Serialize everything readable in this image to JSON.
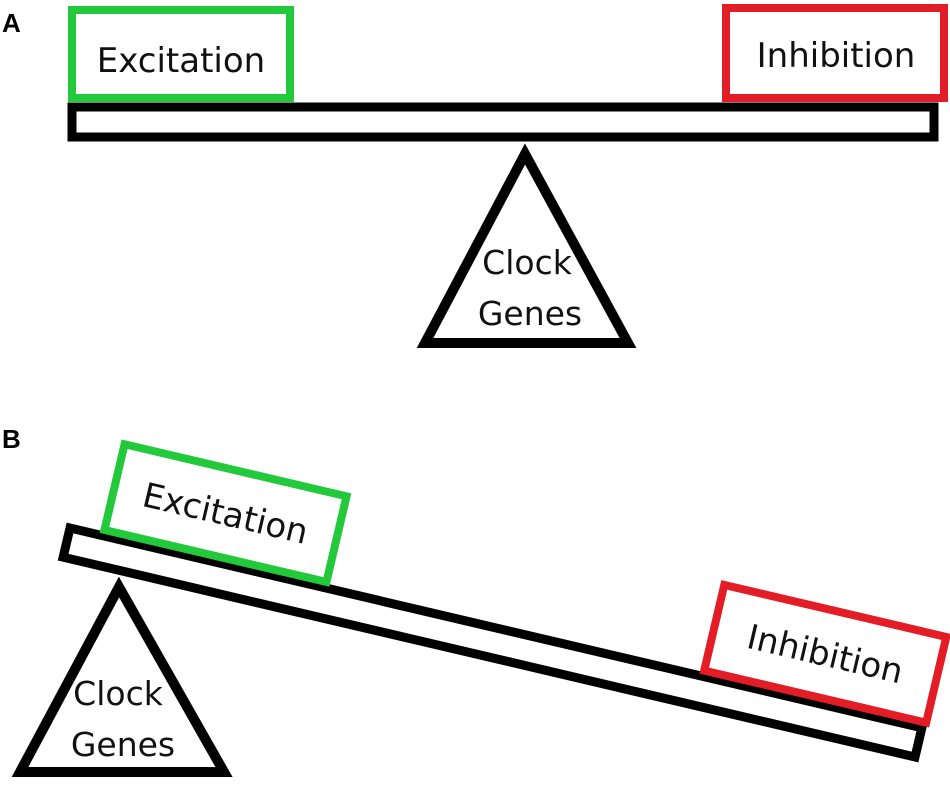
{
  "panels": [
    {
      "letter": "A",
      "left_box": "Excitation",
      "right_box": "Inhibition",
      "fulcrum_line1": "Clock",
      "fulcrum_line2": "Genes"
    },
    {
      "letter": "B",
      "left_box": "Excitation",
      "right_box": "Inhibition",
      "fulcrum_line1": "Clock",
      "fulcrum_line2": "Genes"
    }
  ],
  "colors": {
    "excitation": "#22c93a",
    "inhibition": "#e31d25",
    "outline": "#000000"
  }
}
